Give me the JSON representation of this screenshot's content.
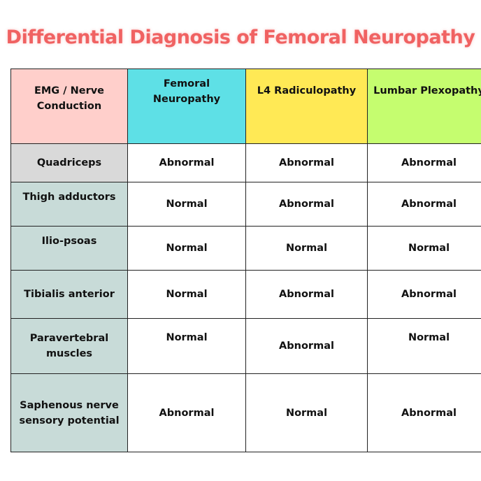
{
  "title": "Differential Diagnosis of Femoral Neuropathy",
  "colors": {
    "title": "#f06262",
    "header_0": "#ffcfcb",
    "header_1": "#5ee0e6",
    "header_2": "#ffe955",
    "header_3": "#c5fd6f"
  },
  "headers": [
    "EMG / Nerve Conduction",
    "Femoral Neuropathy",
    "L4 Radiculopathy",
    "Lumbar Plexopathy"
  ],
  "rows": [
    {
      "label": "Quadriceps",
      "values": [
        "Abnormal",
        "Abnormal",
        "Abnormal"
      ]
    },
    {
      "label": "Thigh adductors",
      "values": [
        "Normal",
        "Abnormal",
        "Abnormal"
      ]
    },
    {
      "label": "Ilio-psoas",
      "values": [
        "Normal",
        "Normal",
        "Normal"
      ]
    },
    {
      "label": "Tibialis anterior",
      "values": [
        "Normal",
        "Abnormal",
        "Abnormal"
      ]
    },
    {
      "label": "Paravertebral muscles",
      "values": [
        "Normal",
        "Abnormal",
        "Normal"
      ]
    },
    {
      "label": "Saphenous nerve sensory potential",
      "values": [
        "Abnormal",
        "Normal",
        "Abnormal"
      ]
    }
  ]
}
